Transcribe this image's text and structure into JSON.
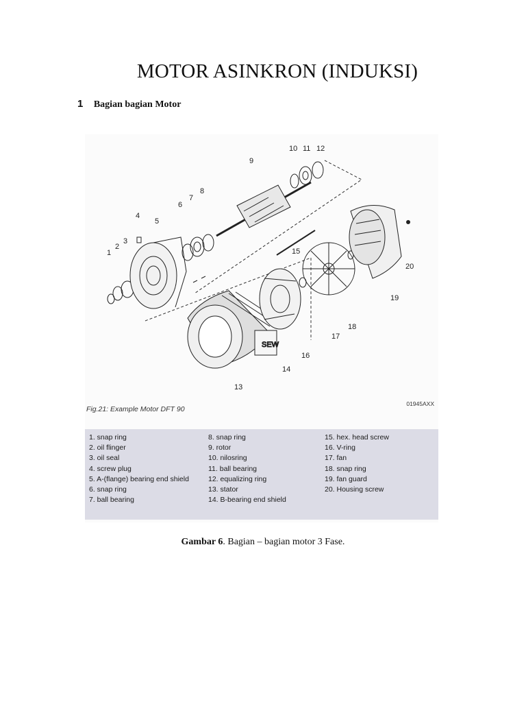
{
  "document": {
    "title": "MOTOR ASINKRON (INDUKSI)",
    "section": {
      "number": "1",
      "label": "Bagian bagian Motor"
    }
  },
  "figure": {
    "caption": "Fig.21: Example Motor DFT 90",
    "code": "01945AXX",
    "callouts": [
      "1",
      "2",
      "3",
      "4",
      "5",
      "6",
      "7",
      "8",
      "9",
      "10",
      "11",
      "12",
      "13",
      "14",
      "15",
      "16",
      "17",
      "18",
      "19",
      "20"
    ],
    "legend": {
      "col1": [
        "1.  snap ring",
        "2.  oil flinger",
        "3.  oil seal",
        "4.  screw plug",
        "5.  A-(flange) bearing end shield",
        "6.  snap ring",
        "7.  ball bearing"
      ],
      "col2": [
        "8.  snap ring",
        "9.  rotor",
        "10.  nilosring",
        "11.  ball bearing",
        "12.  equalizing ring",
        "13.  stator",
        "14.  B-bearing end shield"
      ],
      "col3": [
        "15.  hex. head screw",
        "16.  V-ring",
        "17.  fan",
        "18.  snap ring",
        "19.  fan guard",
        "20.  Housing  screw"
      ]
    }
  },
  "caption": {
    "label": "Gambar 6",
    "text": ". Bagian – bagian motor 3 Fase."
  }
}
